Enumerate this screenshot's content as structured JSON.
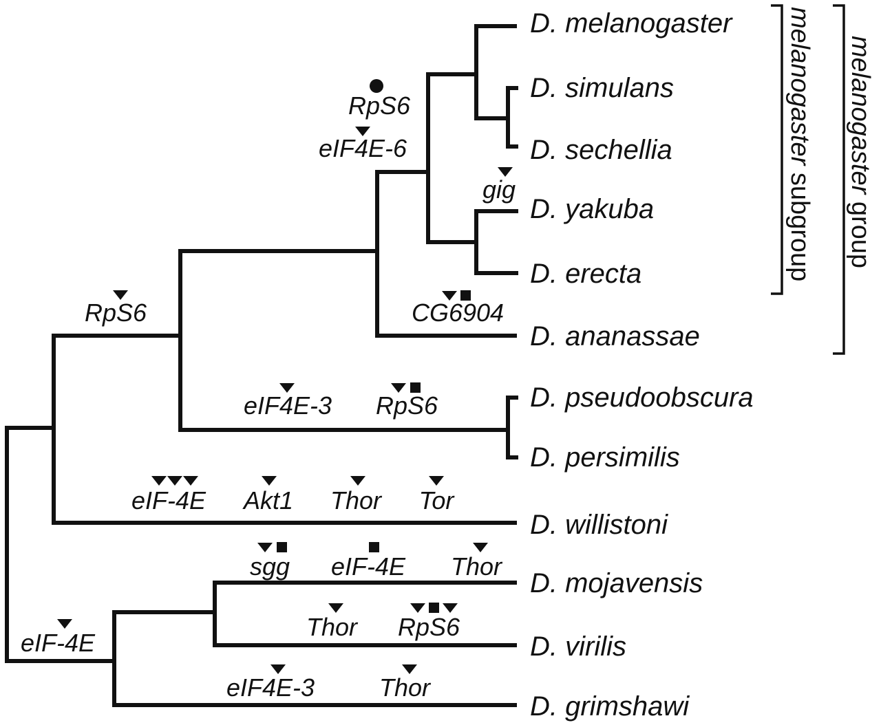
{
  "taxa": {
    "melanogaster": "D. melanogaster",
    "simulans": "D. simulans",
    "sechellia": "D. sechellia",
    "yakuba": "D. yakuba",
    "erecta": "D. erecta",
    "ananassae": "D. ananassae",
    "pseudoobscura": "D. pseudoobscura",
    "persimilis": "D. persimilis",
    "willistoni": "D. willistoni",
    "mojavensis": "D. mojavensis",
    "virilis": "D. virilis",
    "grimshawi": "D. grimshawi"
  },
  "brackets": {
    "subgroup_word1": "melanogaster",
    "subgroup_word2": "subgroup",
    "group_word1": "melanogaster",
    "group_word2": "group"
  },
  "genes": {
    "rps6_mel_subgroup": "RpS6",
    "eif4e6_mel_subgroup": "eIF4E-6",
    "gig_yakuba": "gig",
    "cg6904_ananassae": "CG6904",
    "rps6_sophophora": "RpS6",
    "eif4e3_obscura": "eIF4E-3",
    "rps6_obscura": "RpS6",
    "eif4e_willistoni": "eIF-4E",
    "akt1_willistoni": "Akt1",
    "thor_willistoni": "Thor",
    "tor_willistoni": "Tor",
    "sgg_mojavensis": "sgg",
    "eif4e_mojavensis": "eIF-4E",
    "thor_mojavensis": "Thor",
    "thor_virilis": "Thor",
    "rps6_virilis": "RpS6",
    "eif4e_drosophila": "eIF-4E",
    "eif4e3_grimshawi": "eIF4E-3",
    "thor_grimshawi": "Thor"
  },
  "marker_legend_shapes": [
    "triangle",
    "square",
    "circle"
  ]
}
